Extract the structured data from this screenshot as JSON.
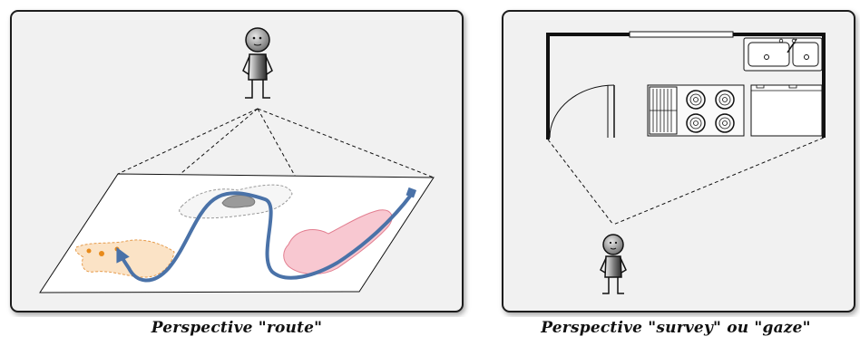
{
  "captions": {
    "left": "Perspective \"route\"",
    "right": "Perspective \"survey\" ou \"gaze\""
  },
  "icons": {
    "observer_left": "person-icon",
    "observer_right": "person-icon",
    "route_path": "route-path",
    "kitchen_plan": "floor-plan"
  },
  "colors": {
    "frame_fill": "#f1f1f1",
    "frame_stroke": "#1a1a1a",
    "route_line": "#4a72a8",
    "orange_region": "#f5b46e",
    "pink_region": "#f2a6b4",
    "grey_region": "#9a9a9a"
  }
}
